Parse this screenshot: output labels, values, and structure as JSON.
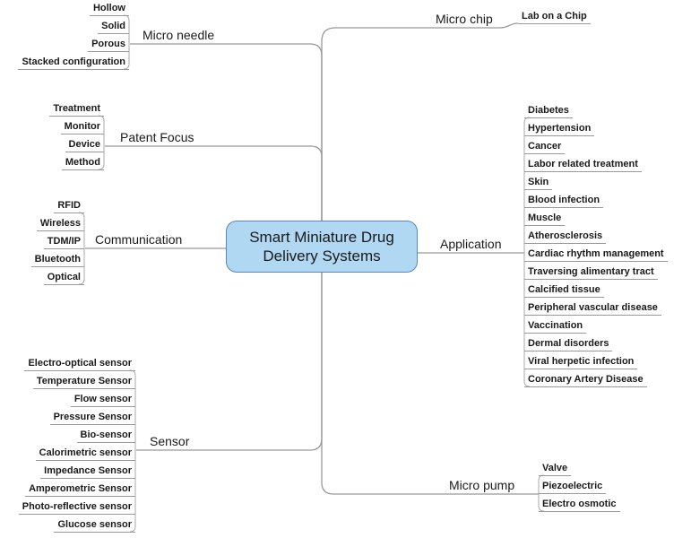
{
  "root": {
    "label": "Smart Miniature Drug Delivery Systems"
  },
  "branches": [
    {
      "label": "Micro needle",
      "children": [
        "Hollow",
        "Solid",
        "Porous",
        "Stacked configuration"
      ]
    },
    {
      "label": "Micro chip",
      "children": [
        "Lab on a Chip"
      ]
    },
    {
      "label": "Patent Focus",
      "children": [
        "Treatment",
        "Monitor",
        "Device",
        "Method"
      ]
    },
    {
      "label": "Communication",
      "children": [
        "RFID",
        "Wireless",
        "TDM/IP",
        "Bluetooth",
        "Optical"
      ]
    },
    {
      "label": "Application",
      "children": [
        "Diabetes",
        "Hypertension",
        "Cancer",
        "Labor related treatment",
        "Skin",
        "Blood infection",
        "Muscle",
        "Atherosclerosis",
        "Cardiac rhythm management",
        "Traversing alimentary tract",
        "Calcified tissue",
        "Peripheral vascular disease",
        "Vaccination",
        "Dermal disorders",
        "Viral herpetic infection",
        "Coronary Artery Disease"
      ]
    },
    {
      "label": "Sensor",
      "children": [
        "Electro-optical sensor",
        "Temperature Sensor",
        "Flow sensor",
        "Pressure Sensor",
        "Bio-sensor",
        "Calorimetric sensor",
        "Impedance Sensor",
        "Amperometric Sensor",
        "Photo-reflective sensor",
        "Glucose sensor"
      ]
    },
    {
      "label": "Micro pump",
      "children": [
        "Valve",
        "Piezoelectric",
        "Electro osmotic"
      ]
    }
  ],
  "colors": {
    "root_fill": "#b0d8f3",
    "root_border": "#5a87b5",
    "edge": "#999999",
    "bracket": "#aaaaaa",
    "text": "#1a1a1a"
  }
}
